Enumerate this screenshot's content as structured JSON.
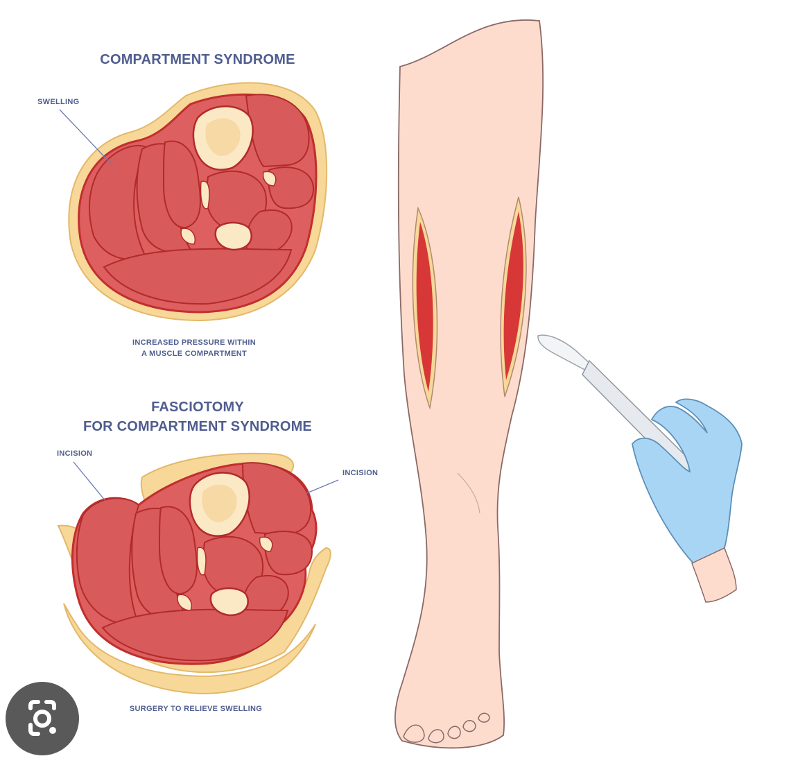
{
  "diagram": {
    "title_top": "COMPARTMENT SYNDROME",
    "label_swelling": "SWELLING",
    "caption_top_line1": "INCREASED PRESSURE WITHIN",
    "caption_top_line2": "A MUSCLE COMPARTMENT",
    "title_bottom_line1": "FASCIOTOMY",
    "title_bottom_line2": "FOR COMPARTMENT SYNDROME",
    "label_incision_left": "INCISION",
    "label_incision_right": "INCISION",
    "caption_bottom": "SURGERY TO RELIEVE SWELLING"
  },
  "colors": {
    "text": "#4f5d8f",
    "muscle": "#de5f5f",
    "muscle_outline": "#c22e2e",
    "fat": "#f7d898",
    "bone": "#fbe9c6",
    "skin": "#fddcce",
    "glove": "#a9d5f5",
    "overlay_button": "#595959"
  },
  "overlay": {
    "icon": "lens-camera-icon"
  }
}
